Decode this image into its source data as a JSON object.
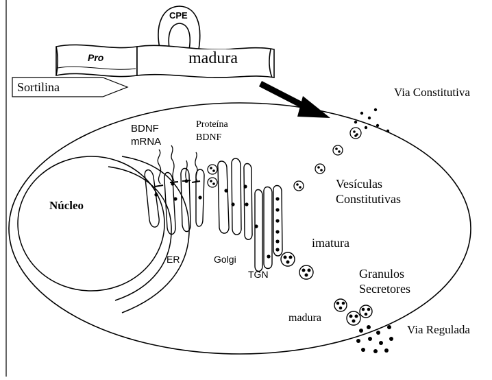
{
  "colors": {
    "ink": "#000000",
    "paper": "#ffffff"
  },
  "protein": {
    "cpe_label": "CPE",
    "pro_label": "Pro",
    "mature_label": "madura",
    "sortilin_label": "Sortilina"
  },
  "labels": {
    "constitutive_route": "Via Constitutiva",
    "bdnf_mrna_line1": "BDNF",
    "bdnf_mrna_line2": "mRNA",
    "protein_line1": "Proteína",
    "protein_line2": "BDNF",
    "constitutive_vesicles_line1": "Vesículas",
    "constitutive_vesicles_line2": "Constitutivas",
    "nucleus": "Núcleo",
    "immature": "imatura",
    "secretory_granules_line1": "Granulos",
    "secretory_granules_line2": "Secretores",
    "er": "ER",
    "golgi": "Golgi",
    "tgn": "TGN",
    "mature_granule": "madura",
    "regulated_route": "Via Regulada"
  }
}
